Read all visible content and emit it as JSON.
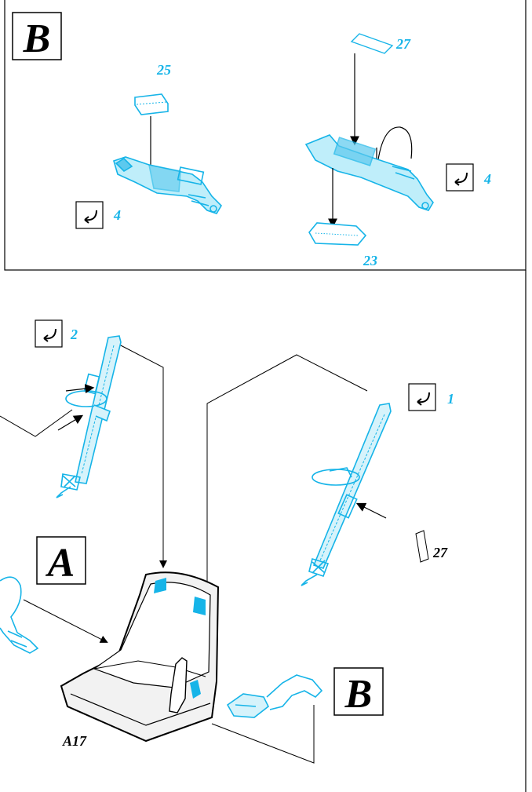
{
  "colors": {
    "part": "#16b4e8",
    "part_light": "#bfeefa",
    "part_fill": "#5cc9ee",
    "line": "#000000",
    "seat_fill": "#eeeeee"
  },
  "top_panel": {
    "letter": "B",
    "parts": {
      "p25": "25",
      "p27": "27",
      "p23": "23"
    },
    "bend_left": {
      "icon": "bend-arrow-icon",
      "num": "4"
    },
    "bend_right": {
      "icon": "bend-arrow-icon",
      "num": "4"
    }
  },
  "bottom_panel": {
    "letter_a": "A",
    "letter_b": "B",
    "bend_left": {
      "icon": "bend-arrow-icon",
      "num": "2"
    },
    "bend_right": {
      "icon": "bend-arrow-icon",
      "num": "1"
    },
    "part_27": "27",
    "seat_label": "A17"
  }
}
